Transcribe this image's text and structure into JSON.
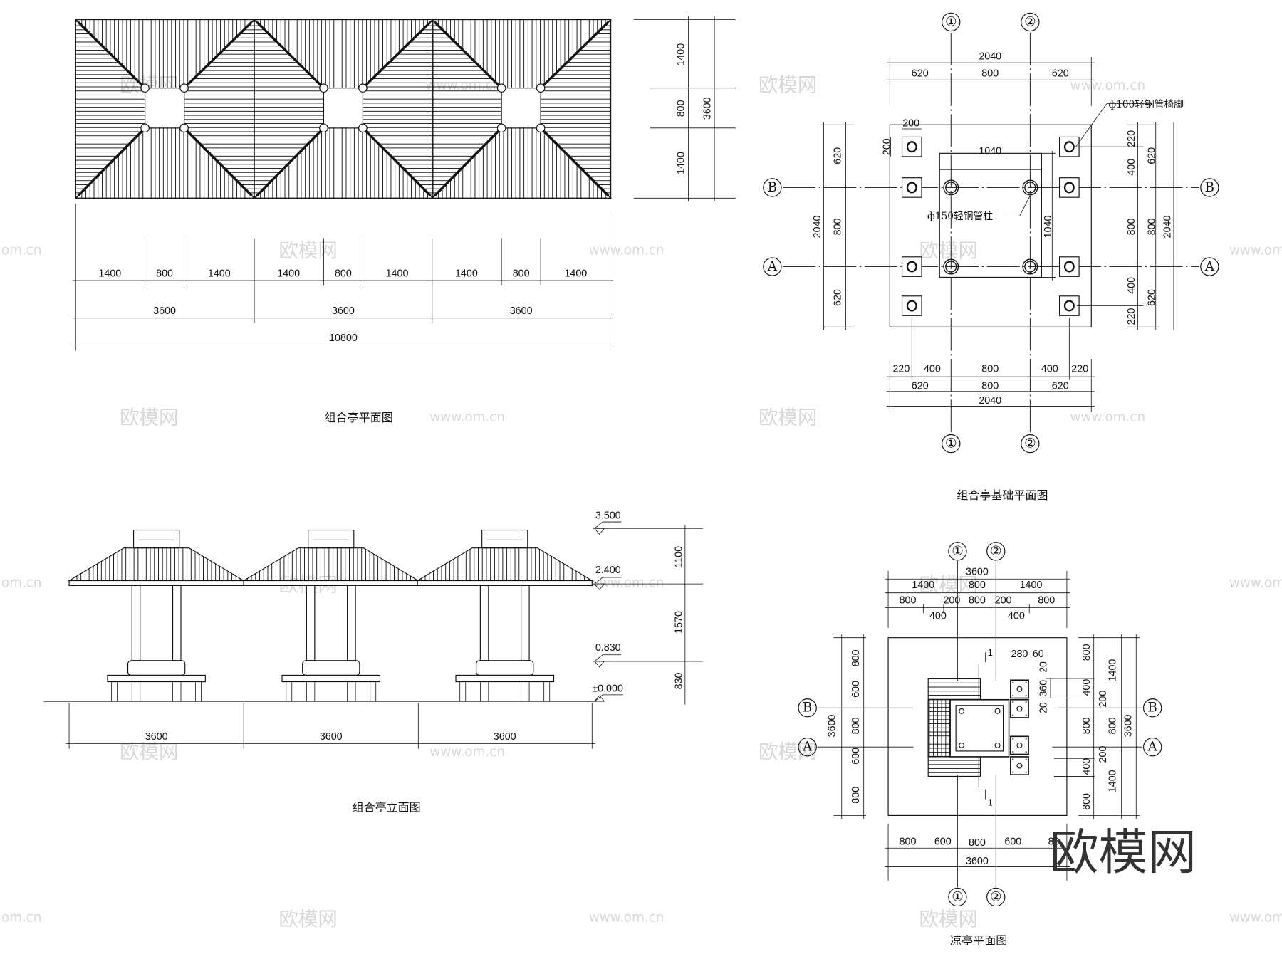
{
  "plan": {
    "title": "组合亭平面图",
    "sub_dims": [
      "1400",
      "800",
      "1400",
      "1400",
      "800",
      "1400",
      "1400",
      "800",
      "1400"
    ],
    "module_dims": [
      "3600",
      "3600",
      "3600"
    ],
    "total": "10800",
    "right_dims": [
      "1400",
      "800",
      "1400"
    ],
    "right_total": "3600"
  },
  "foundation": {
    "title": "组合亭基础平面图",
    "axes": {
      "one": "①",
      "two": "②",
      "a": "A",
      "b": "B"
    },
    "top_total": "2040",
    "top_dims": [
      "620",
      "800",
      "620"
    ],
    "bottom_dims_1": [
      "220",
      "400",
      "800",
      "400",
      "220"
    ],
    "bottom_dims_2": [
      "620",
      "800",
      "620"
    ],
    "bottom_total": "2040",
    "left_total": "2040",
    "left_dims": [
      "620",
      "800",
      "620"
    ],
    "right_dims_1": [
      "220",
      "400",
      "800",
      "400",
      "220"
    ],
    "right_dims_2": [
      "620",
      "800",
      "620"
    ],
    "right_total": "2040",
    "inner_width": "1040",
    "inner_height": "1040",
    "pad_w": "200",
    "pad_h": "200",
    "note_chair_leg": "ф100轻钢管椅脚",
    "note_column": "ф150轻钢管柱"
  },
  "elevation": {
    "title": "组合亭立面图",
    "levels": [
      "3.500",
      "2.400",
      "0.830",
      "±0.000"
    ],
    "right_dims": [
      "1100",
      "1570",
      "830"
    ],
    "bottom_dims": [
      "3600",
      "3600",
      "3600"
    ]
  },
  "pavilion_plan": {
    "title": "凉亭平面图",
    "top_total": "3600",
    "top_dims_1": [
      "1400",
      "800",
      "1400"
    ],
    "top_dims_2": [
      "800",
      "200",
      "800",
      "200",
      "800"
    ],
    "top_dims_3": [
      "400",
      "400"
    ],
    "left_total": "3600",
    "left_dims": [
      "800",
      "600",
      "800",
      "600",
      "800"
    ],
    "right_dims_1": [
      "800",
      "400",
      "800",
      "400",
      "800"
    ],
    "right_dims_2": [
      "1400",
      "200",
      "800",
      "200",
      "1400"
    ],
    "right_total": "3600",
    "detail_dims": [
      "280",
      "60",
      "20",
      "360",
      "20"
    ],
    "section_mark": "1",
    "bottom_dims": [
      "800",
      "600",
      "800",
      "600",
      "80"
    ],
    "bottom_total": "3600"
  },
  "watermark": {
    "logo": "欧模网",
    "site": "www.om.cn",
    "site_short": "om.cn"
  }
}
